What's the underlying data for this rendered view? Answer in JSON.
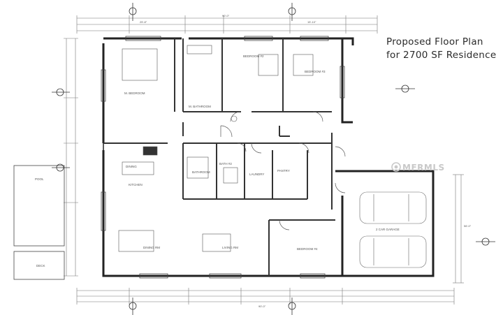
{
  "title": {
    "line1": "Proposed Floor Plan",
    "line2": "for 2700 SF Residence"
  },
  "watermark": {
    "text": "MFRMLS",
    "icon": "mfrmls-logo-icon"
  },
  "rooms": [
    {
      "id": "master-bedroom",
      "label": "M. BEDROOM"
    },
    {
      "id": "bathroom",
      "label": "M. BATHROOM"
    },
    {
      "id": "bedroom-2",
      "label": "BEDROOM #2"
    },
    {
      "id": "bedroom-3",
      "label": "BEDROOM #3"
    },
    {
      "id": "kitchen",
      "label": "KITCHEN"
    },
    {
      "id": "dining",
      "label": "DINING"
    },
    {
      "id": "bath-3",
      "label": "BATHROOM"
    },
    {
      "id": "bath-2",
      "label": "BATH #2"
    },
    {
      "id": "laundry",
      "label": "LAUNDRY"
    },
    {
      "id": "pantry",
      "label": "PANTRY"
    },
    {
      "id": "dining-rm",
      "label": "DINING RM"
    },
    {
      "id": "living-rm",
      "label": "LIVING RM"
    },
    {
      "id": "bedroom-4",
      "label": "BEDROOM #4"
    },
    {
      "id": "garage",
      "label": "2 CAR GARAGE"
    },
    {
      "id": "pool",
      "label": "POOL"
    },
    {
      "id": "deck",
      "label": "DECK"
    }
  ],
  "dims": {
    "top_overall": "90'-0\"",
    "top_left": "25'-8\"",
    "top_right": "15'-10\"",
    "bottom_overall": "90'-0\"",
    "right_overall": "56'-0\""
  }
}
